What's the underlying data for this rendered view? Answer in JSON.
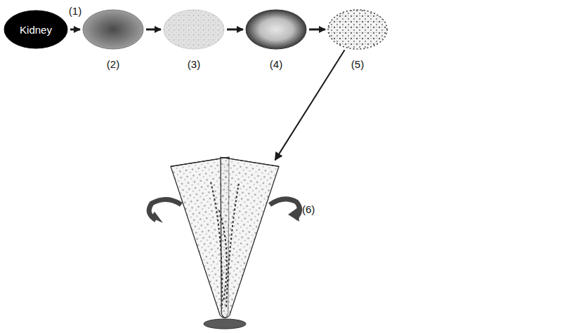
{
  "diagram": {
    "nodes": [
      {
        "text": [
          "Kidney"
        ]
      },
      {
        "text": [
          "(2)"
        ]
      },
      {
        "text": [
          "(3)"
        ]
      },
      {
        "text": [
          "(4)"
        ]
      },
      {
        "text": [
          "(5)"
        ]
      },
      {
        "text": [
          "(6)"
        ]
      }
    ],
    "edges": [
      {
        "from": 0,
        "to": 1,
        "label": "(1)",
        "arrow": "to"
      },
      {
        "from": 1,
        "to": 2,
        "arrow": "to"
      },
      {
        "from": 2,
        "to": 3,
        "arrow": "to"
      },
      {
        "from": 3,
        "to": 4,
        "arrow": "to"
      },
      {
        "from": 4,
        "to": 5,
        "arrow": "to"
      }
    ]
  }
}
